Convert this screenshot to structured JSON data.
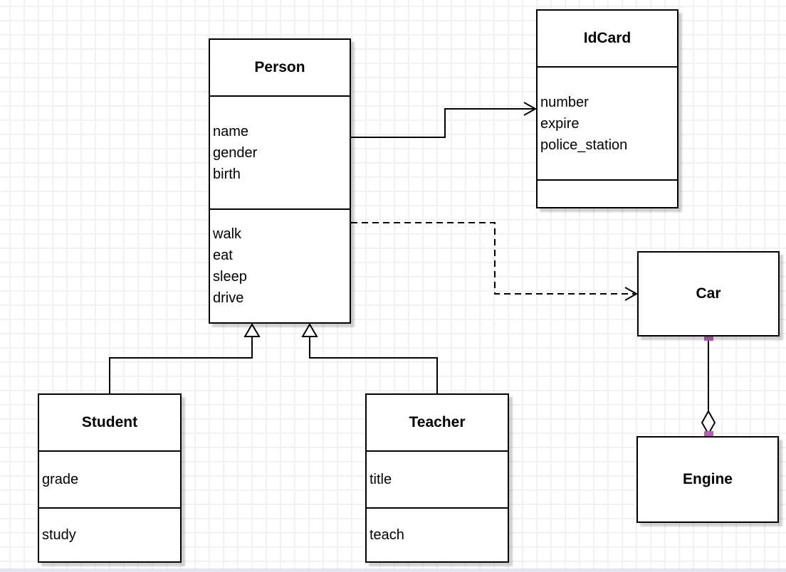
{
  "diagram": {
    "classes": {
      "person": {
        "title": "Person",
        "attributes": [
          "name",
          "gender",
          "birth"
        ],
        "methods": [
          "walk",
          "eat",
          "sleep",
          "drive"
        ]
      },
      "idcard": {
        "title": "IdCard",
        "attributes": [
          "number",
          "expire",
          "police_station"
        ],
        "methods": []
      },
      "student": {
        "title": "Student",
        "attributes": [
          "grade"
        ],
        "methods": [
          "study"
        ]
      },
      "teacher": {
        "title": "Teacher",
        "attributes": [
          "title"
        ],
        "methods": [
          "teach"
        ]
      },
      "car": {
        "title": "Car"
      },
      "engine": {
        "title": "Engine"
      }
    },
    "relationships": [
      {
        "from": "Person",
        "to": "IdCard",
        "type": "association",
        "line": "solid",
        "arrow": "open-arrowhead"
      },
      {
        "from": "Person",
        "to": "Car",
        "type": "dependency",
        "line": "dashed",
        "arrow": "open-arrowhead"
      },
      {
        "from": "Student",
        "to": "Person",
        "type": "generalization",
        "line": "solid",
        "arrow": "hollow-triangle"
      },
      {
        "from": "Teacher",
        "to": "Person",
        "type": "generalization",
        "line": "solid",
        "arrow": "hollow-triangle"
      },
      {
        "from": "Car",
        "to": "Engine",
        "type": "aggregation",
        "line": "solid",
        "arrow": "hollow-diamond"
      }
    ],
    "colors": {
      "connection_point": "#b662b4",
      "box_border": "#000000",
      "box_fill": "#ffffff",
      "grid_line": "#f1f1f3"
    }
  }
}
